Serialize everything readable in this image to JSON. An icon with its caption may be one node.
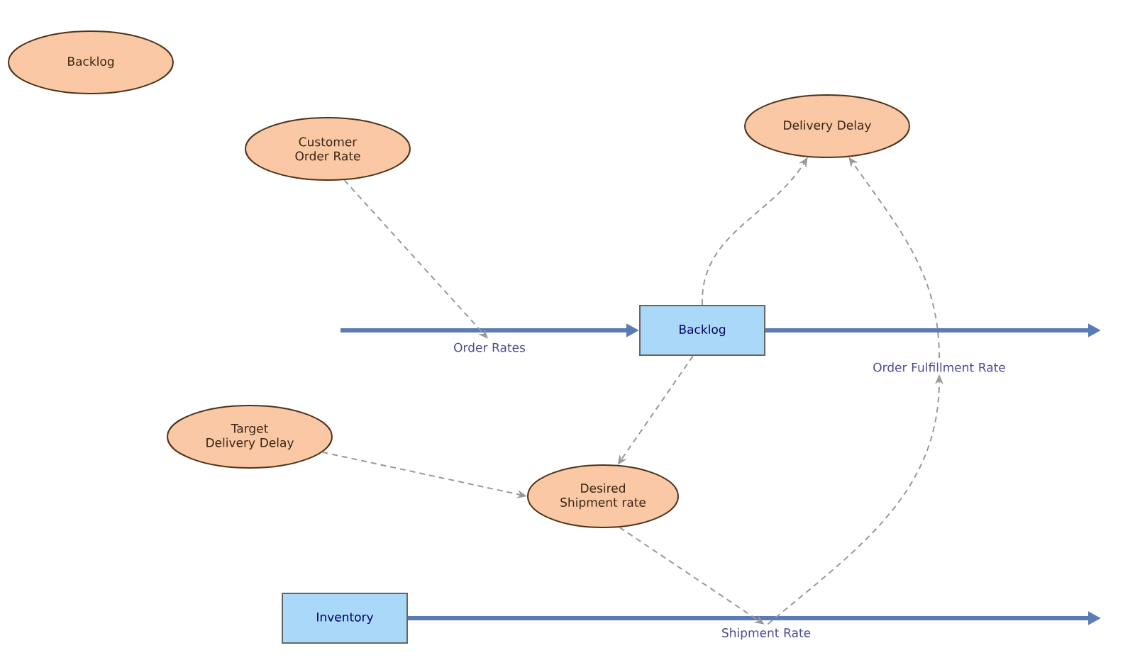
{
  "diagram": {
    "nodes": [
      {
        "text": [
          "Backlog"
        ]
      },
      {
        "text": [
          "Customer Order Rate"
        ]
      },
      {
        "text": [
          "Delivery Delay"
        ]
      },
      {
        "text": [
          "Backlog"
        ]
      },
      {
        "text": [
          "Target Delivery Delay"
        ]
      },
      {
        "text": [
          "Desired Shipment rate"
        ]
      },
      {
        "text": [
          "Inventory"
        ]
      },
      {
        "text": [
          "Order Rates"
        ]
      },
      {
        "text": [
          "Order Fulfillment Rate"
        ]
      },
      {
        "text": [
          "Shipment Rate"
        ]
      }
    ],
    "edges": [
      {
        "from": null,
        "to": 3,
        "arrow": "to",
        "style": "thick",
        "color": "#5b7bb4"
      },
      {
        "from": 3,
        "to": null,
        "arrow": "to",
        "style": "thick",
        "color": "#5b7bb4"
      },
      {
        "from": 6,
        "to": null,
        "arrow": "to",
        "style": "thick",
        "color": "#5b7bb4"
      },
      {
        "from": 1,
        "to": 7,
        "arrow": "to",
        "style": "dashed"
      },
      {
        "from": 3,
        "to": 2,
        "arrow": "to",
        "style": "dashed"
      },
      {
        "from": 8,
        "to": 2,
        "arrow": "to",
        "style": "dashed"
      },
      {
        "from": 3,
        "to": 5,
        "arrow": "to",
        "style": "dashed"
      },
      {
        "from": 4,
        "to": 5,
        "arrow": "to",
        "style": "dashed"
      },
      {
        "from": 5,
        "to": 9,
        "arrow": "to",
        "style": "dashed"
      },
      {
        "from": 9,
        "to": 8,
        "arrow": "to",
        "style": "dashed"
      }
    ]
  }
}
